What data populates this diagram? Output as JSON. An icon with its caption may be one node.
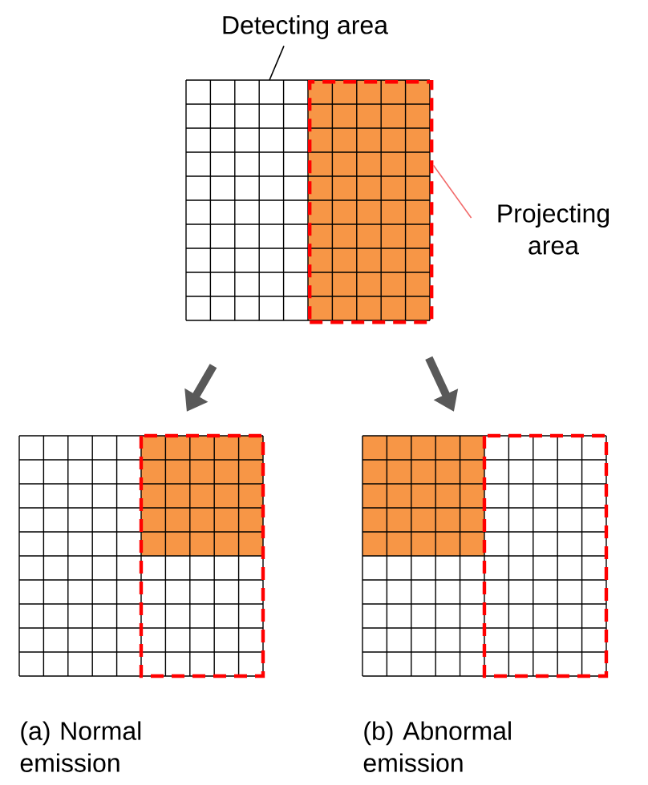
{
  "diagram": {
    "nodes": [
      {
        "text": [
          "Detecting area"
        ]
      },
      {
        "text": [
          "Projecting area"
        ]
      },
      {
        "text": [],
        "shape": "grid"
      },
      {
        "text": [],
        "shape": "box",
        "in": 2
      },
      {
        "text": [],
        "shape": "grid",
        "beside": [
          "(a) Normal emission"
        ]
      },
      {
        "text": [],
        "shape": "grid",
        "beside": [
          "(b) Abnormal emission"
        ]
      }
    ],
    "edges": [
      {
        "from": 0,
        "to": 2,
        "arrow": "none",
        "color": "#000000"
      },
      {
        "from": 1,
        "to": 3,
        "arrow": "none",
        "color": "#f26b6b"
      },
      {
        "from": 2,
        "to": 4,
        "arrow": "to",
        "style": "thick",
        "color": "#595959"
      },
      {
        "from": 2,
        "to": 5,
        "arrow": "to",
        "style": "thick",
        "color": "#595959"
      }
    ]
  }
}
